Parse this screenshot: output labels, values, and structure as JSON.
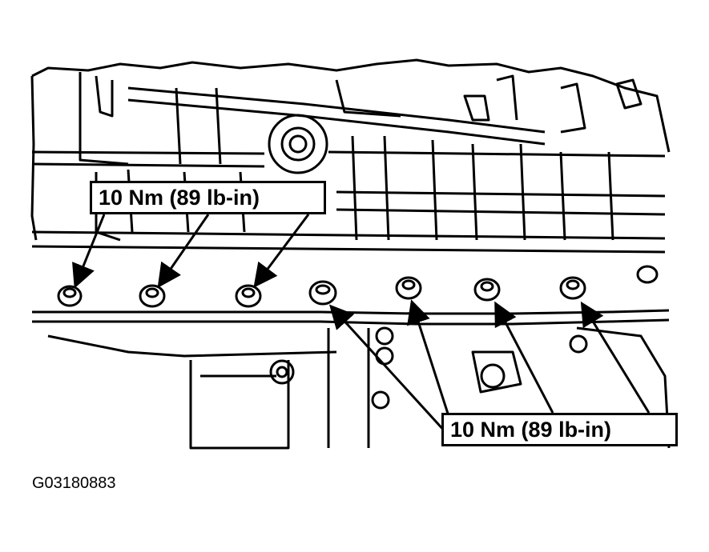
{
  "callouts": {
    "top_label": "10 Nm (89 lb-in)",
    "bottom_label": "10 Nm (89 lb-in)"
  },
  "figure_id": "G03180883",
  "colors": {
    "line": "#000000",
    "background": "#ffffff"
  }
}
